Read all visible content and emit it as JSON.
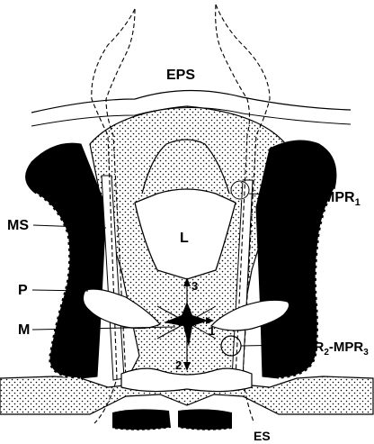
{
  "labels": {
    "eps": "EPS",
    "mpr1": "MPR",
    "mpr1_sub": "1",
    "ms": "MS",
    "l": "L",
    "p": "P",
    "m": "M",
    "mpr23_a": "MPR",
    "mpr23_a_sub": "2",
    "mpr23_dash": "-MPR",
    "mpr23_b_sub": "3",
    "es": "ES",
    "arrow1": "1",
    "arrow2": "2",
    "arrow3": "3"
  },
  "colors": {
    "ink": "#000000",
    "paper": "#ffffff",
    "stipple": "#000000"
  }
}
